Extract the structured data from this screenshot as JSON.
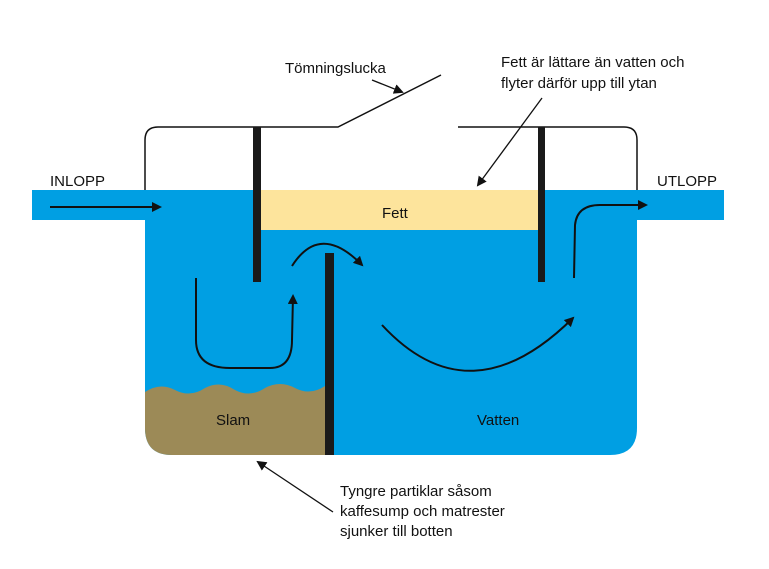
{
  "labels": {
    "lid": "Tömningslucka",
    "fat_note_line1": "Fett är lättare än vatten och",
    "fat_note_line2": "flyter därför upp till ytan",
    "inlet": "INLOPP",
    "outlet": "UTLOPP",
    "fat": "Fett",
    "sludge": "Slam",
    "water": "Vatten",
    "sediment_note_line1": "Tyngre partiklar såsom",
    "sediment_note_line2": "kaffesump och matrester",
    "sediment_note_line3": "sjunker till botten"
  },
  "colors": {
    "water": "#009fe3",
    "fat": "#fde49c",
    "sludge": "#9c8a57",
    "wall": "#1a1a1a"
  }
}
